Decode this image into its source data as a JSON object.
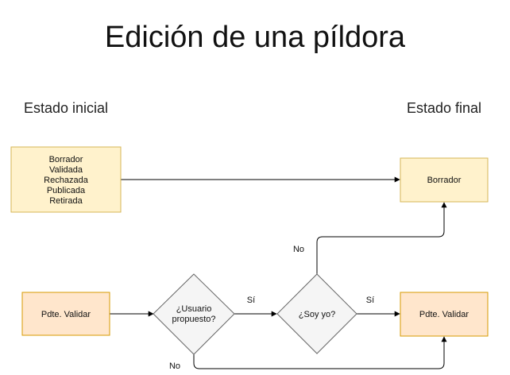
{
  "title": "Edición de una píldora",
  "labels": {
    "initial": "Estado inicial",
    "final": "Estado final"
  },
  "nodes": {
    "initial_states": [
      "Borrador",
      "Validada",
      "Rechazada",
      "Publicada",
      "Retirada"
    ],
    "initial_pending": "Pdte. Validar",
    "decision_user": [
      "¿Usuario",
      "propuesto?"
    ],
    "decision_me": "¿Soy yo?",
    "final_draft": "Borrador",
    "final_pending": "Pdte. Validar"
  },
  "edges": {
    "user_yes": "Sí",
    "me_yes": "Sí",
    "me_no": "No",
    "user_no": "No"
  },
  "colors": {
    "light_box_fill": "#fff2cc",
    "light_box_stroke": "#d6b656",
    "peach_box_fill": "#ffe6cc",
    "peach_box_stroke": "#d79b00",
    "diamond_fill": "#f5f5f5",
    "diamond_stroke": "#666666",
    "edge": "#000000"
  }
}
